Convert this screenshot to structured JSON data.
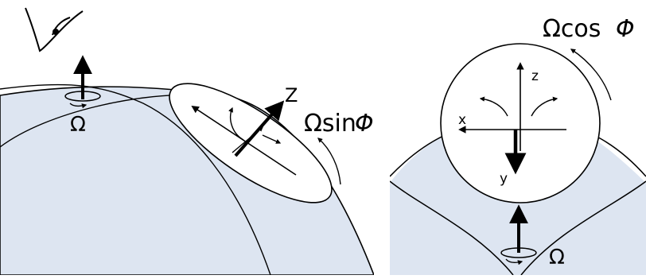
{
  "left_panel": {
    "omega_label": "Ω",
    "disk_axis_label": "Z",
    "disk_rotation_label": "Ωsin",
    "phi_symbol": "Φ"
  },
  "right_panel": {
    "rotation_label": "Ωcos",
    "phi_symbol": "Φ",
    "axis_z_label": "z",
    "axis_x_label": "x",
    "axis_y_label": "y",
    "omega_label": "Ω"
  },
  "colors": {
    "globe_fill": "#dde5f1",
    "stroke": "#000000"
  }
}
